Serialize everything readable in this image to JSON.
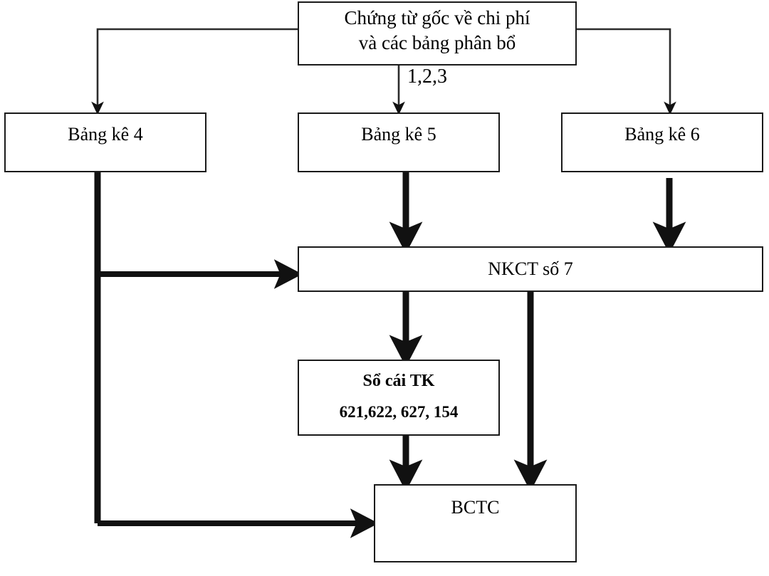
{
  "diagram": {
    "title": "Accounting document flow chart",
    "stroke_color": "#1a1a1a",
    "background": "#ffffff",
    "nodes": {
      "source": {
        "line_1": "Chứng từ gốc về chi phí",
        "line_2": "và các bảng phân bổ"
      },
      "bang_ke_4": {
        "label": "Bảng kê 4"
      },
      "bang_ke_5": {
        "label": "Bảng kê 5"
      },
      "bang_ke_6": {
        "label": "Bảng kê 6"
      },
      "nkct": {
        "label": "NKCT số 7"
      },
      "ledger": {
        "line_1": "Sổ cái TK",
        "line_2": "621,622, 627, 154"
      },
      "bctc": {
        "label": "BCTC"
      }
    },
    "edge_labels": {
      "source_to_bang_ke_5": "1,2,3"
    },
    "edges": [
      {
        "from": "source",
        "to": "bang_ke_4",
        "style": "thin"
      },
      {
        "from": "source",
        "to": "bang_ke_5",
        "style": "thin",
        "label": "1,2,3"
      },
      {
        "from": "source",
        "to": "bang_ke_6",
        "style": "thin"
      },
      {
        "from": "bang_ke_4",
        "to": "nkct",
        "style": "thick"
      },
      {
        "from": "bang_ke_5",
        "to": "nkct",
        "style": "thick"
      },
      {
        "from": "bang_ke_6",
        "to": "nkct",
        "style": "thick"
      },
      {
        "from": "bang_ke_4",
        "to": "bctc",
        "style": "thick"
      },
      {
        "from": "nkct",
        "to": "ledger",
        "style": "thick"
      },
      {
        "from": "nkct",
        "to": "bctc",
        "style": "thick"
      },
      {
        "from": "ledger",
        "to": "bctc",
        "style": "thick"
      }
    ]
  }
}
